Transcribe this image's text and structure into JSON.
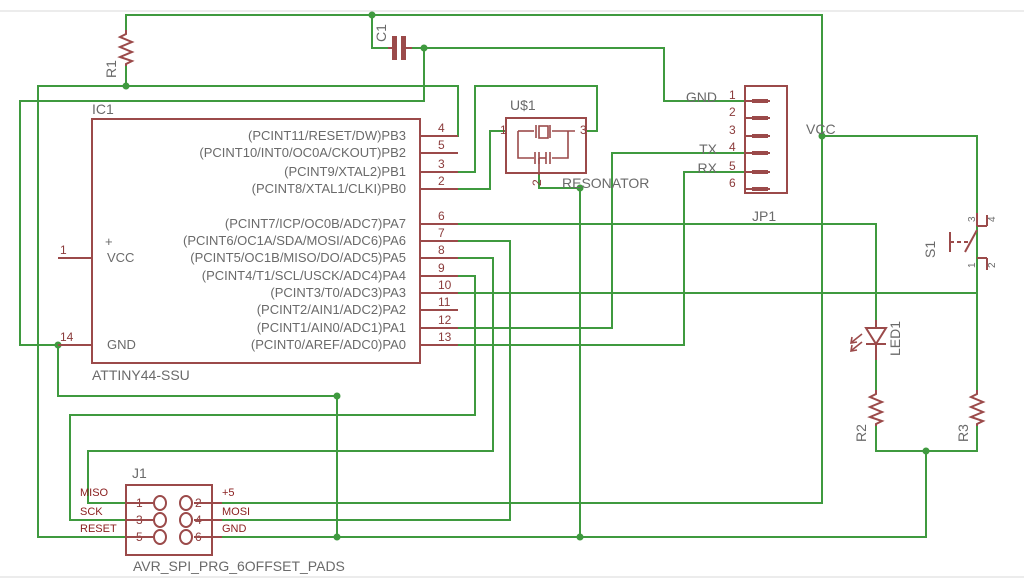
{
  "ic1": {
    "name": "IC1",
    "value": "ATTINY44-SSU",
    "left_pins": [
      {
        "num": "1",
        "label": "VCC",
        "plus": "+"
      },
      {
        "num": "14",
        "label": "GND"
      }
    ],
    "right_pins": [
      {
        "num": "4",
        "label": "(PCINT11/RESET/DW)PB3"
      },
      {
        "num": "5",
        "label": "(PCINT10/INT0/OC0A/CKOUT)PB2"
      },
      {
        "num": "3",
        "label": "(PCINT9/XTAL2)PB1"
      },
      {
        "num": "2",
        "label": "(PCINT8/XTAL1/CLKI)PB0"
      },
      {
        "num": "6",
        "label": "(PCINT7/ICP/OC0B/ADC7)PA7"
      },
      {
        "num": "7",
        "label": "(PCINT6/OC1A/SDA/MOSI/ADC6)PA6"
      },
      {
        "num": "8",
        "label": "(PCINT5/OC1B/MISO/DO/ADC5)PA5"
      },
      {
        "num": "9",
        "label": "(PCINT4/T1/SCL/USCK/ADC4)PA4"
      },
      {
        "num": "10",
        "label": "(PCINT3/T0/ADC3)PA3"
      },
      {
        "num": "11",
        "label": "(PCINT2/AIN1/ADC2)PA2"
      },
      {
        "num": "12",
        "label": "(PCINT1/AIN0/ADC1)PA1"
      },
      {
        "num": "13",
        "label": "(PCINT0/AREF/ADC0)PA0"
      }
    ]
  },
  "resonator": {
    "name": "U$1",
    "value": "RESONATOR",
    "pins": [
      "1",
      "3",
      "2"
    ]
  },
  "c1": {
    "name": "C1"
  },
  "r1": {
    "name": "R1"
  },
  "r2": {
    "name": "R2"
  },
  "r3": {
    "name": "R3"
  },
  "led1": {
    "name": "LED1"
  },
  "s1": {
    "name": "S1",
    "pins": [
      "3",
      "4",
      "1",
      "2"
    ]
  },
  "jp1": {
    "name": "JP1",
    "pins": [
      {
        "num": "1",
        "label": "GND"
      },
      {
        "num": "2",
        "label": ""
      },
      {
        "num": "3",
        "label": ""
      },
      {
        "num": "4",
        "label": "TX"
      },
      {
        "num": "5",
        "label": "RX"
      },
      {
        "num": "6",
        "label": ""
      }
    ],
    "net_label": "VCC"
  },
  "j1": {
    "name": "J1",
    "value": "AVR_SPI_PRG_6OFFSET_PADS",
    "pin_numbers": [
      "1",
      "2",
      "3",
      "4",
      "5",
      "6"
    ],
    "left_signals": [
      "MISO",
      "SCK",
      "RESET"
    ],
    "right_signals": [
      "+5",
      "MOSI",
      "GND"
    ]
  },
  "colors": {
    "wire": "#3f9a3f",
    "part": "#9b4a4a",
    "text": "#6a6a6a",
    "signal": "#8b2020"
  }
}
